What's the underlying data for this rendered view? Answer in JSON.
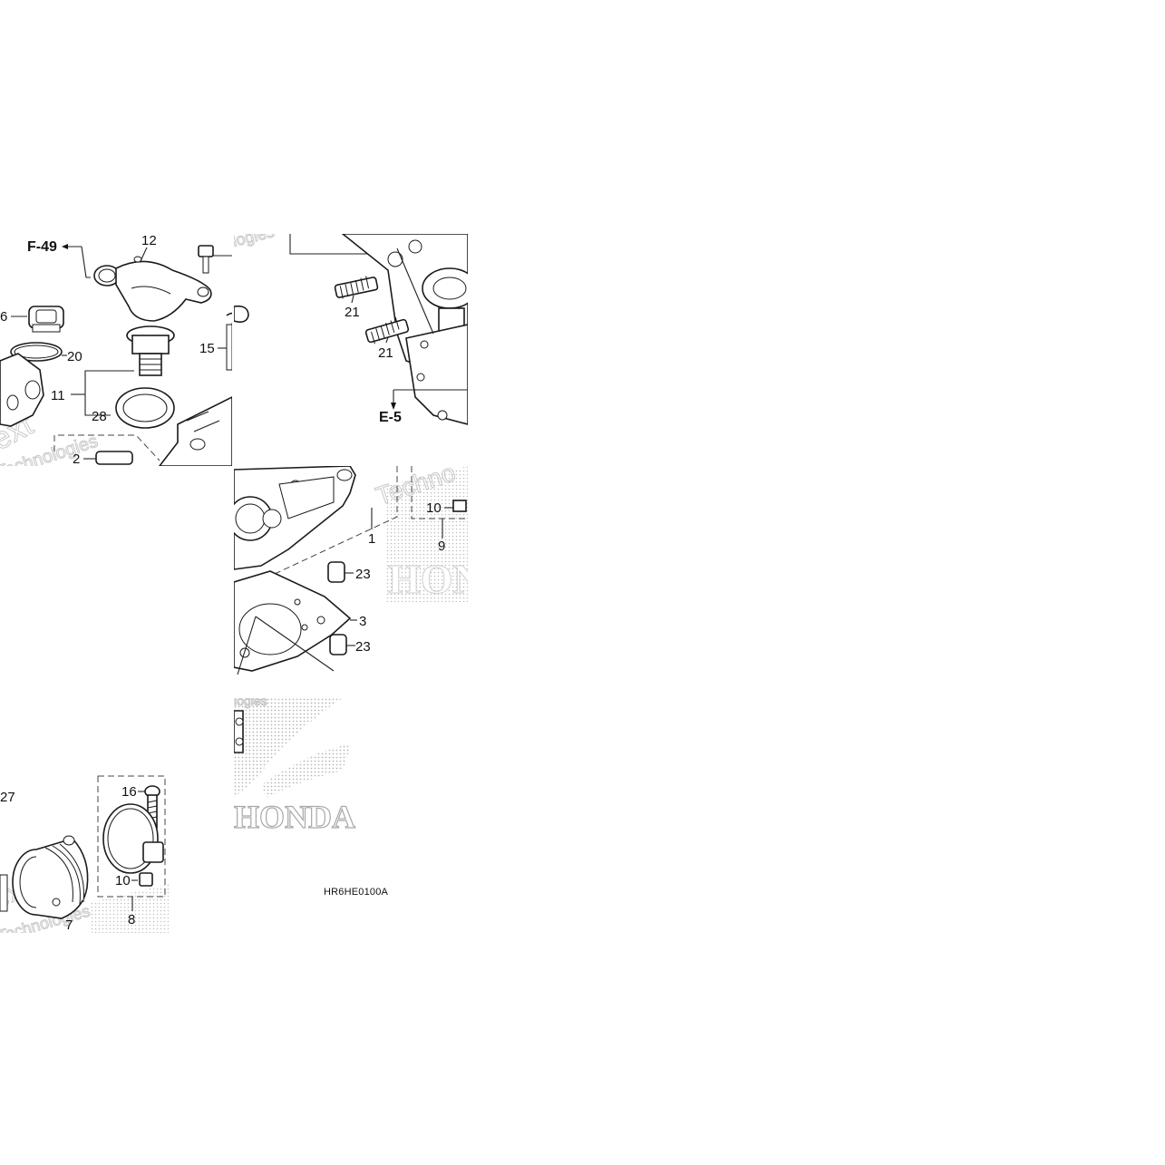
{
  "refs": {
    "f49": "F-49",
    "e5": "E-5"
  },
  "callouts": {
    "c12": "12",
    "c6": "6",
    "c20": "20",
    "c11": "11",
    "c28": "28",
    "c2": "2",
    "c15": "15",
    "c21a": "21",
    "c21b": "21",
    "c10a": "10",
    "c1": "1",
    "c9": "9",
    "c23a": "23",
    "c3": "3",
    "c23b": "23",
    "c27": "27",
    "c16": "16",
    "c10b": "10",
    "c7": "7",
    "c8": "8"
  },
  "watermarks": {
    "w1": "ext",
    "w2": "Technologies",
    "w3": "Techno",
    "w4": "logies",
    "w5": "HONDA"
  },
  "diagram_code": "HR6HE0100A"
}
